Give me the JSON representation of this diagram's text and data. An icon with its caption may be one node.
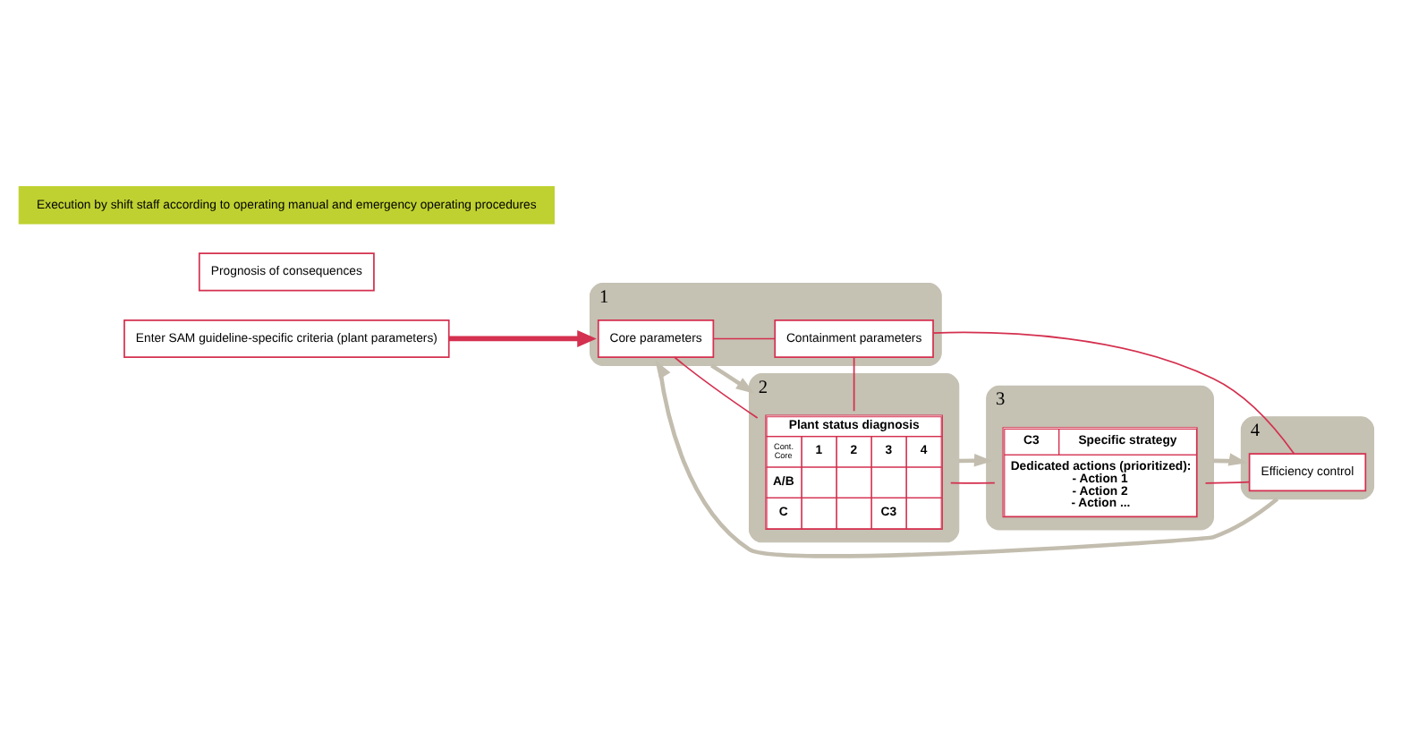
{
  "diagram": {
    "nodes": [
      {
        "text": [
          "Enter SAM guideline-specific criteria (plant parameters)"
        ]
      },
      {
        "text": [
          "1"
        ]
      },
      {
        "text": [
          "Core parameters"
        ],
        "in": 1
      },
      {
        "text": [
          "Containment parameters"
        ],
        "in": 1
      },
      {
        "text": [
          "2"
        ]
      },
      {
        "text": [
          "Plant status diagnosis",
          "Cont.",
          "Core",
          "1",
          "2",
          "3",
          "4",
          "A/B",
          "C",
          "C3"
        ],
        "in": 4
      },
      {
        "text": [
          "3"
        ]
      },
      {
        "text": [
          "C3",
          "Specific strategy",
          "Dedicated actions (prioritized):",
          "- Action 1",
          "- Action 2",
          "- Action ..."
        ],
        "in": 6
      },
      {
        "text": [
          "4"
        ]
      },
      {
        "text": [
          "Efficiency control"
        ],
        "in": 8
      },
      {
        "text": [
          "Prognosis of consequences"
        ]
      },
      {
        "text": [
          "Execution by shift staff according to operating manual and emergency operating procedures"
        ]
      }
    ],
    "edges": [
      {
        "from": 0,
        "to": 1,
        "arrow": "to",
        "style": "thick"
      },
      {
        "from": 2,
        "to": 3,
        "arrow": "none"
      },
      {
        "from": 2,
        "to": 5,
        "arrow": "none"
      },
      {
        "from": 3,
        "to": 5,
        "arrow": "none"
      },
      {
        "from": 5,
        "to": 7,
        "arrow": "none"
      },
      {
        "from": 3,
        "to": 9,
        "arrow": "none"
      },
      {
        "from": 7,
        "to": 9,
        "arrow": "none"
      },
      {
        "from": 1,
        "to": 4,
        "arrow": "to",
        "color": "#c2bdae"
      },
      {
        "from": 4,
        "to": 6,
        "arrow": "to",
        "color": "#c2bdae"
      },
      {
        "from": 6,
        "to": 8,
        "arrow": "to",
        "color": "#c2bdae"
      },
      {
        "from": 8,
        "to": 1,
        "arrow": "to",
        "color": "#c2bdae"
      }
    ]
  }
}
